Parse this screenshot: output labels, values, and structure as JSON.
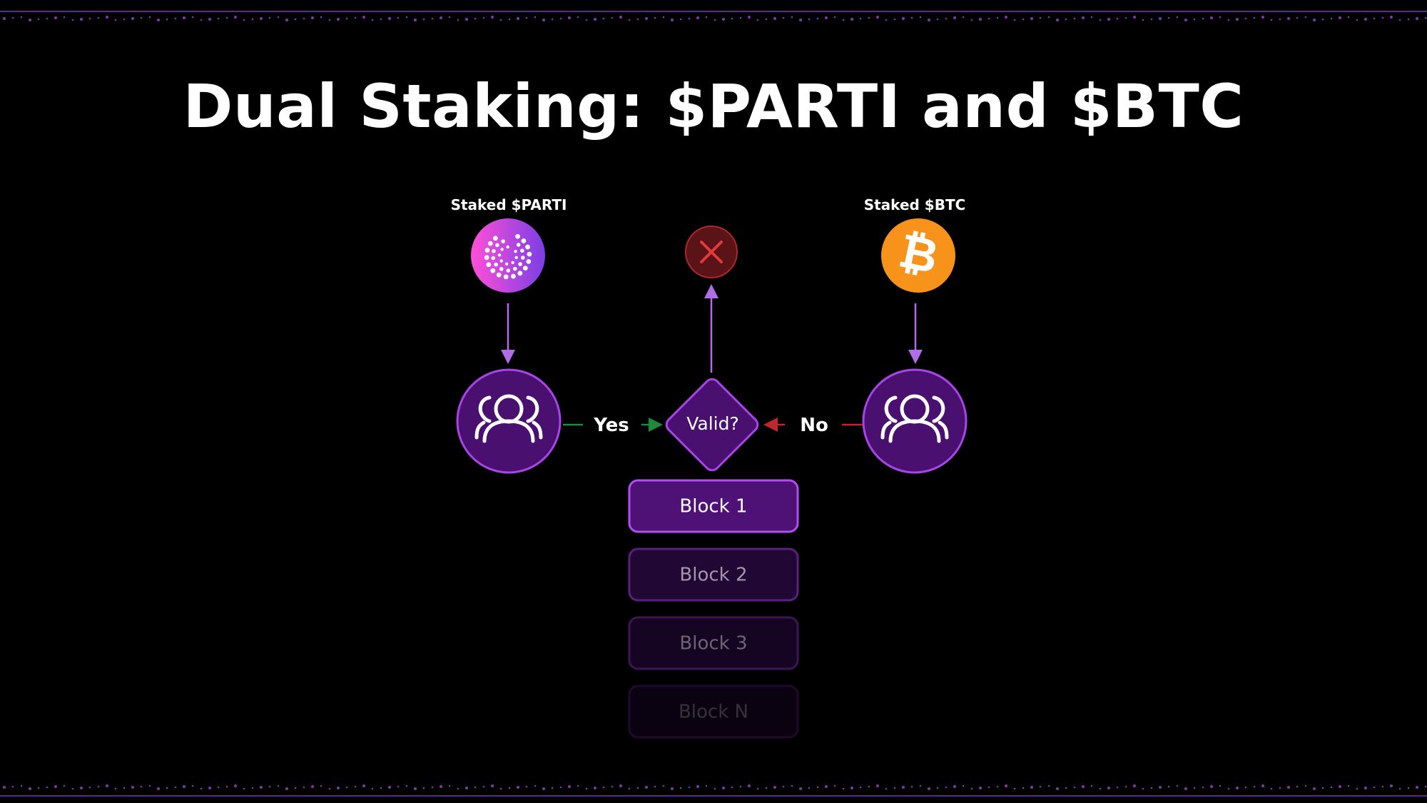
{
  "slide": {
    "title": "Dual Staking: $PARTI and $BTC"
  },
  "nodes": {
    "parti_token": {
      "label": "Staked $PARTI",
      "icon": "parti-logo-icon"
    },
    "btc_token": {
      "label": "Staked $BTC",
      "icon": "bitcoin-icon",
      "symbol": "₿"
    },
    "reject": {
      "icon": "close-icon",
      "symbol": "✕"
    },
    "left_validators": {
      "icon": "users-group-icon"
    },
    "right_validators": {
      "icon": "users-group-icon"
    },
    "decision": {
      "label": "Valid?"
    }
  },
  "edges": {
    "yes_label": "Yes",
    "no_label": "No"
  },
  "blocks": [
    {
      "label": "Block 1"
    },
    {
      "label": "Block 2"
    },
    {
      "label": "Block 3"
    },
    {
      "label": "Block N"
    }
  ],
  "colors": {
    "background": "#000000",
    "accent_purple": "#a855f7",
    "node_fill": "#4a1070",
    "btc_orange": "#f7931a",
    "reject_red": "#c0272d",
    "yes_green": "#1e8a3c",
    "no_red": "#c0272d"
  }
}
